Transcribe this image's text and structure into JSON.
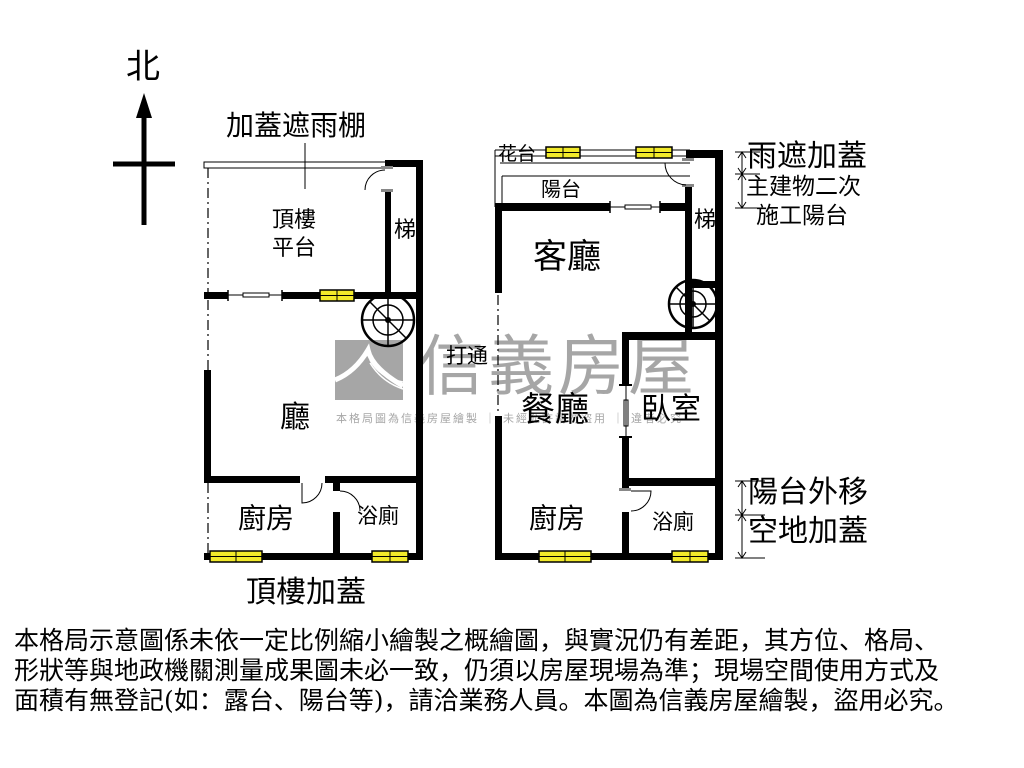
{
  "compass": {
    "label": "北",
    "icon": "north-arrow-icon"
  },
  "left_plan": {
    "top_annotation": "加蓋遮雨棚",
    "bottom_annotation": "頂樓加蓋",
    "rooms": {
      "roof_terrace_line1": "頂樓",
      "roof_terrace_line2": "平台",
      "stairs": "梯",
      "hall": "廳",
      "kitchen": "廚房",
      "bathroom": "浴廁"
    }
  },
  "right_plan": {
    "rooms": {
      "planter": "花台",
      "balcony": "陽台",
      "stairs": "梯",
      "living_room": "客廳",
      "dining_room": "餐廳",
      "bedroom": "臥室",
      "kitchen": "廚房",
      "bathroom": "浴廁"
    },
    "opening_label": "打通",
    "side_notes": {
      "top_1": "雨遮加蓋",
      "top_2": "主建物二次",
      "top_3": "施工陽台",
      "bottom_1": "陽台外移",
      "bottom_2": "空地加蓋"
    }
  },
  "watermark": {
    "brand": "信義房屋",
    "subtext": "本格局圖為信義房屋繪製 ｜ 未經允許請勿盜用 ｜ 違者必究",
    "color": "#a6a6a6"
  },
  "colors": {
    "wall": "#000000",
    "window_fill": "#f2ea2a",
    "watermark": "#a6a6a6"
  },
  "disclaimer": {
    "line1": "本格局示意圖係未依一定比例縮小繪製之概繪圖，與實況仍有差距，其方位、格局、",
    "line2": "形狀等與地政機關測量成果圖未必一致，仍須以房屋現場為準；現場空間使用方式及",
    "line3": "面積有無登記(如：露台、陽台等)，請洽業務人員。本圖為信義房屋繪製，盜用必究。"
  }
}
